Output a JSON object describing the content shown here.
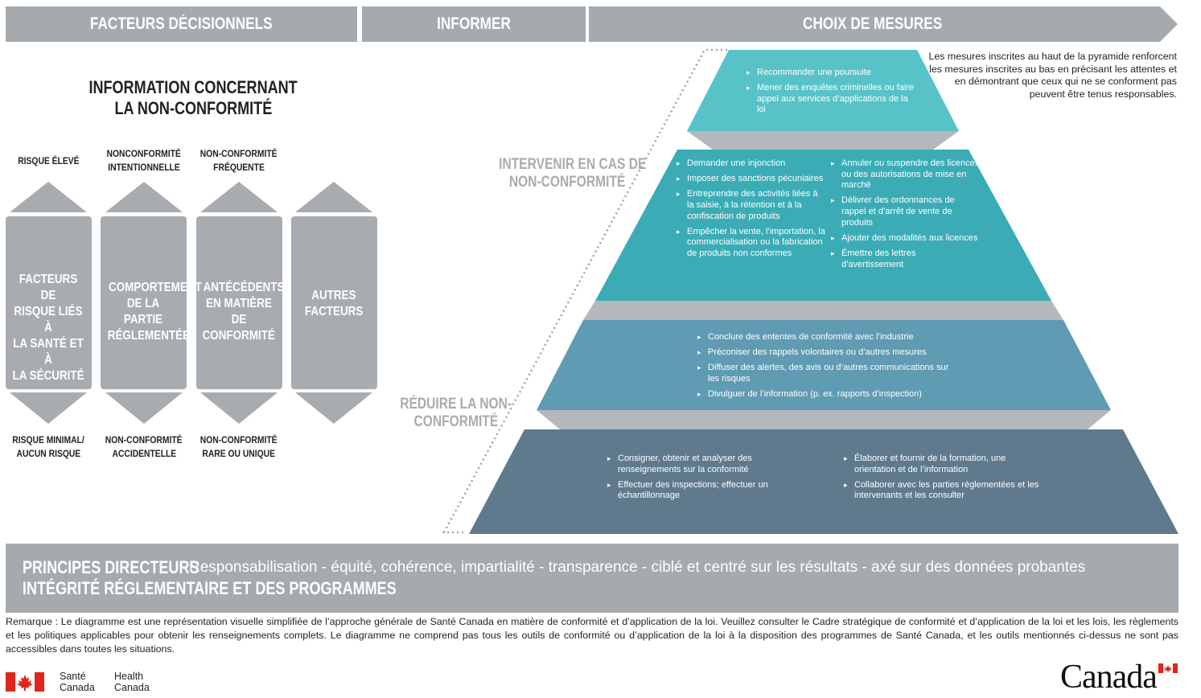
{
  "headers": {
    "left": "FACTEURS DÉCISIONNELS",
    "middle": "INFORMER",
    "right": "CHOIX DE MESURES"
  },
  "info_title": [
    "INFORMATION CONCERNANT",
    "LA NON-CONFORMITÉ"
  ],
  "factors": [
    {
      "top": [
        "RISQUE ÉLEVÉ"
      ],
      "body": [
        "FACTEURS DE",
        "RISQUE LIÉS À",
        "LA SANTÉ ET À",
        "LA SÉCURITÉ"
      ],
      "bottom": [
        "RISQUE MINIMAL/",
        "AUCUN RISQUE"
      ]
    },
    {
      "top": [
        "NONCONFORMITÉ",
        "INTENTIONNELLE"
      ],
      "body": [
        "COMPORTEMENT",
        "DE LA PARTIE",
        "RÉGLEMENTÉE"
      ],
      "bottom": [
        "NON-CONFORMITÉ",
        "ACCIDENTELLE"
      ]
    },
    {
      "top": [
        "NON-CONFORMITÉ",
        "FRÉQUENTE"
      ],
      "body": [
        "ANTÉCÉDENTS",
        "EN MATIÈRE DE",
        "CONFORMITÉ"
      ],
      "bottom": [
        "NON-CONFORMITÉ",
        "RARE OU UNIQUE"
      ]
    },
    {
      "top": [],
      "body": [
        "AUTRES",
        "FACTEURS"
      ],
      "bottom": []
    }
  ],
  "side_labels": {
    "intervenir": [
      "INTERVENIR EN CAS DE",
      "NON-CONFORMITÉ"
    ],
    "reduire": [
      "RÉDUIRE LA NON-",
      "CONFORMITÉ"
    ]
  },
  "top_note": "Les mesures inscrites au haut de la pyramide renforcent les mesures inscrites au bas en précisant les attentes et en démontrant que ceux qui ne se conforment pas peuvent être tenus responsables.",
  "pyramid": {
    "tier1": [
      "Recommander une poursuite",
      "Mener des enquêtes criminelles ou faire appel aux services d’applications de la loi"
    ],
    "tier2_left": [
      "Demander une injonction",
      "Imposer des sanctions pécuniaires",
      "Entreprendre des activités liées à la saisie, à la rétention et à la confiscation de produits",
      "Empêcher la vente, l’importation, la commercialisation ou la fabrication de produits non conformes"
    ],
    "tier2_right": [
      "Annuler ou suspendre des licences ou des autorisations de mise en marché",
      "Délivrer des ordonnances de rappel et d’arrêt de vente de produits",
      "Ajouter des modalités aux licences",
      "Émettre des lettres d’avertissement"
    ],
    "tier3": [
      "Conclure des ententes de conformité avec l’industrie",
      "Préconiser des rappels volontaires ou d’autres mesures",
      "Diffuser des alertes, des avis ou d’autres communications sur les risques",
      "Divulguer de l’information (p. ex. rapports d’inspection)"
    ],
    "tier4_left": [
      "Consigner, obtenir et analyser des renseignements sur la conformité",
      "Effectuer des inspections; effectuer un échantillonnage"
    ],
    "tier4_right": [
      "Élaborer et fournir de la formation, une orientation et de l’information",
      "Collaborer avec les parties réglementées et les intervenants et les consulter"
    ]
  },
  "principes": {
    "title": [
      "PRINCIPES DIRECTEURS",
      "INTÉGRITÉ RÉGLEMENTAIRE ET DES PROGRAMMES"
    ],
    "text": "Responsabilisation - équité, cohérence, impartialité - transparence - ciblé et centré sur les résultats - axé sur des données probantes"
  },
  "remark": "Remarque : Le diagramme est une représentation visuelle simplifiée de l’approche générale de Santé Canada en matière de conformité et d’application de la loi. Veuillez consulter le Cadre stratégique de conformité et d’application de la loi et les lois, les règlements et les politiques applicables pour obtenir les renseignements complets. Le diagramme ne comprend pas tous les outils de conformité ou d’application de la loi à la disposition des programmes de Santé Canada, et les outils mentionnés ci-dessus ne sont pas accessibles dans toutes les situations.",
  "logo": {
    "fr": [
      "Santé",
      "Canada"
    ],
    "en": [
      "Health",
      "Canada"
    ],
    "wordmark": "Canada"
  },
  "colors": {
    "header_gray": "#a5aaaf",
    "arrow_gray": "#a8acb0",
    "tier1": "#57c3c8",
    "tier2": "#3bacb6",
    "tier3": "#5f9bb2",
    "tier4": "#5f7a8d",
    "connector": "#b4b8bc",
    "flag_red": "#e0261c"
  }
}
